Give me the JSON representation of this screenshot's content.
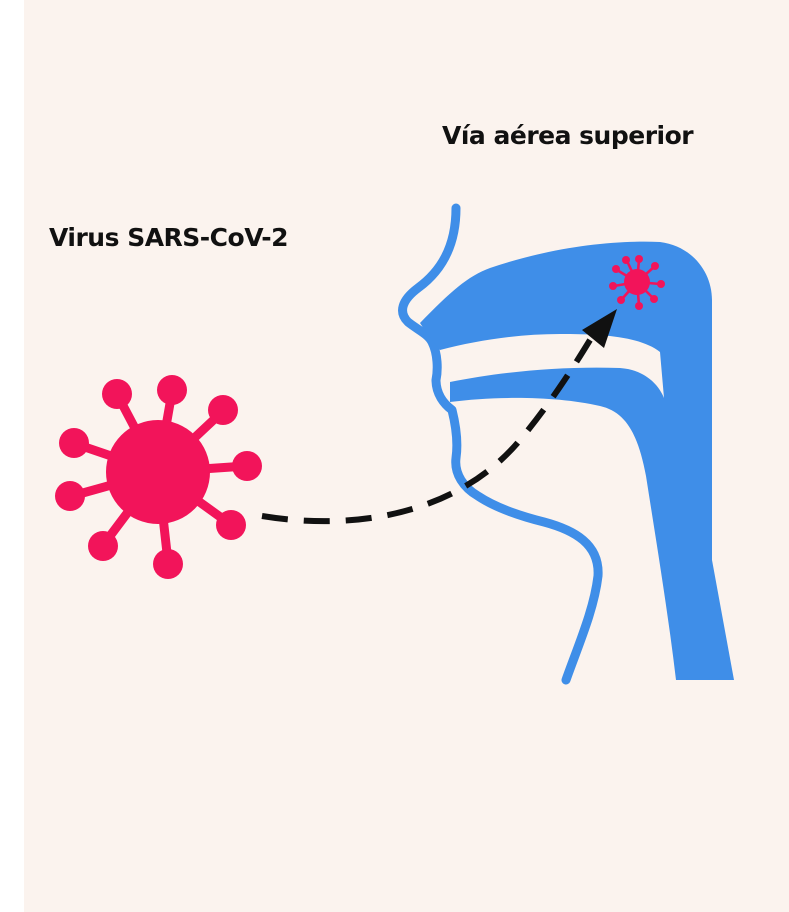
{
  "labels": {
    "upper_airway": "Vía aérea superior",
    "virus": "Virus SARS-CoV-2"
  },
  "icons": {
    "virus_large": "virus-icon",
    "virus_small": "virus-icon",
    "airway": "airway-profile-icon",
    "path": "dashed-arrow"
  },
  "colors": {
    "background": "#fbf3ee",
    "virus": "#f2145a",
    "airway": "#3f8ee8",
    "text": "#111111",
    "arrow": "#111111"
  }
}
